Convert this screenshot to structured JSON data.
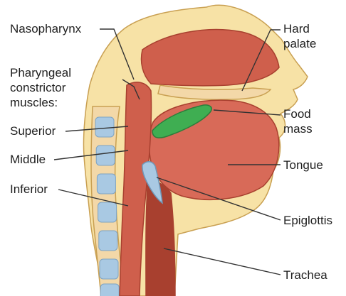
{
  "labels": {
    "nasopharynx": "Nasopharynx",
    "pharyngeal_constrictor": "Pharyngeal\nconstrictor\nmuscles:",
    "superior": "Superior",
    "middle": "Middle",
    "inferior": "Inferior",
    "hard_palate": "Hard\npalate",
    "food_mass": "Food\nmass",
    "tongue": "Tongue",
    "epiglottis": "Epiglottis",
    "trachea": "Trachea"
  },
  "colors": {
    "skin": "#f7e2a6",
    "skin_outline": "#c9a052",
    "muscle": "#cf5f4c",
    "muscle_dark": "#a8402f",
    "tongue": "#d86a58",
    "bone": "#f3d8a8",
    "cartilage_blue": "#a9c9e3",
    "food": "#3fae52",
    "lead_line": "#333333"
  }
}
